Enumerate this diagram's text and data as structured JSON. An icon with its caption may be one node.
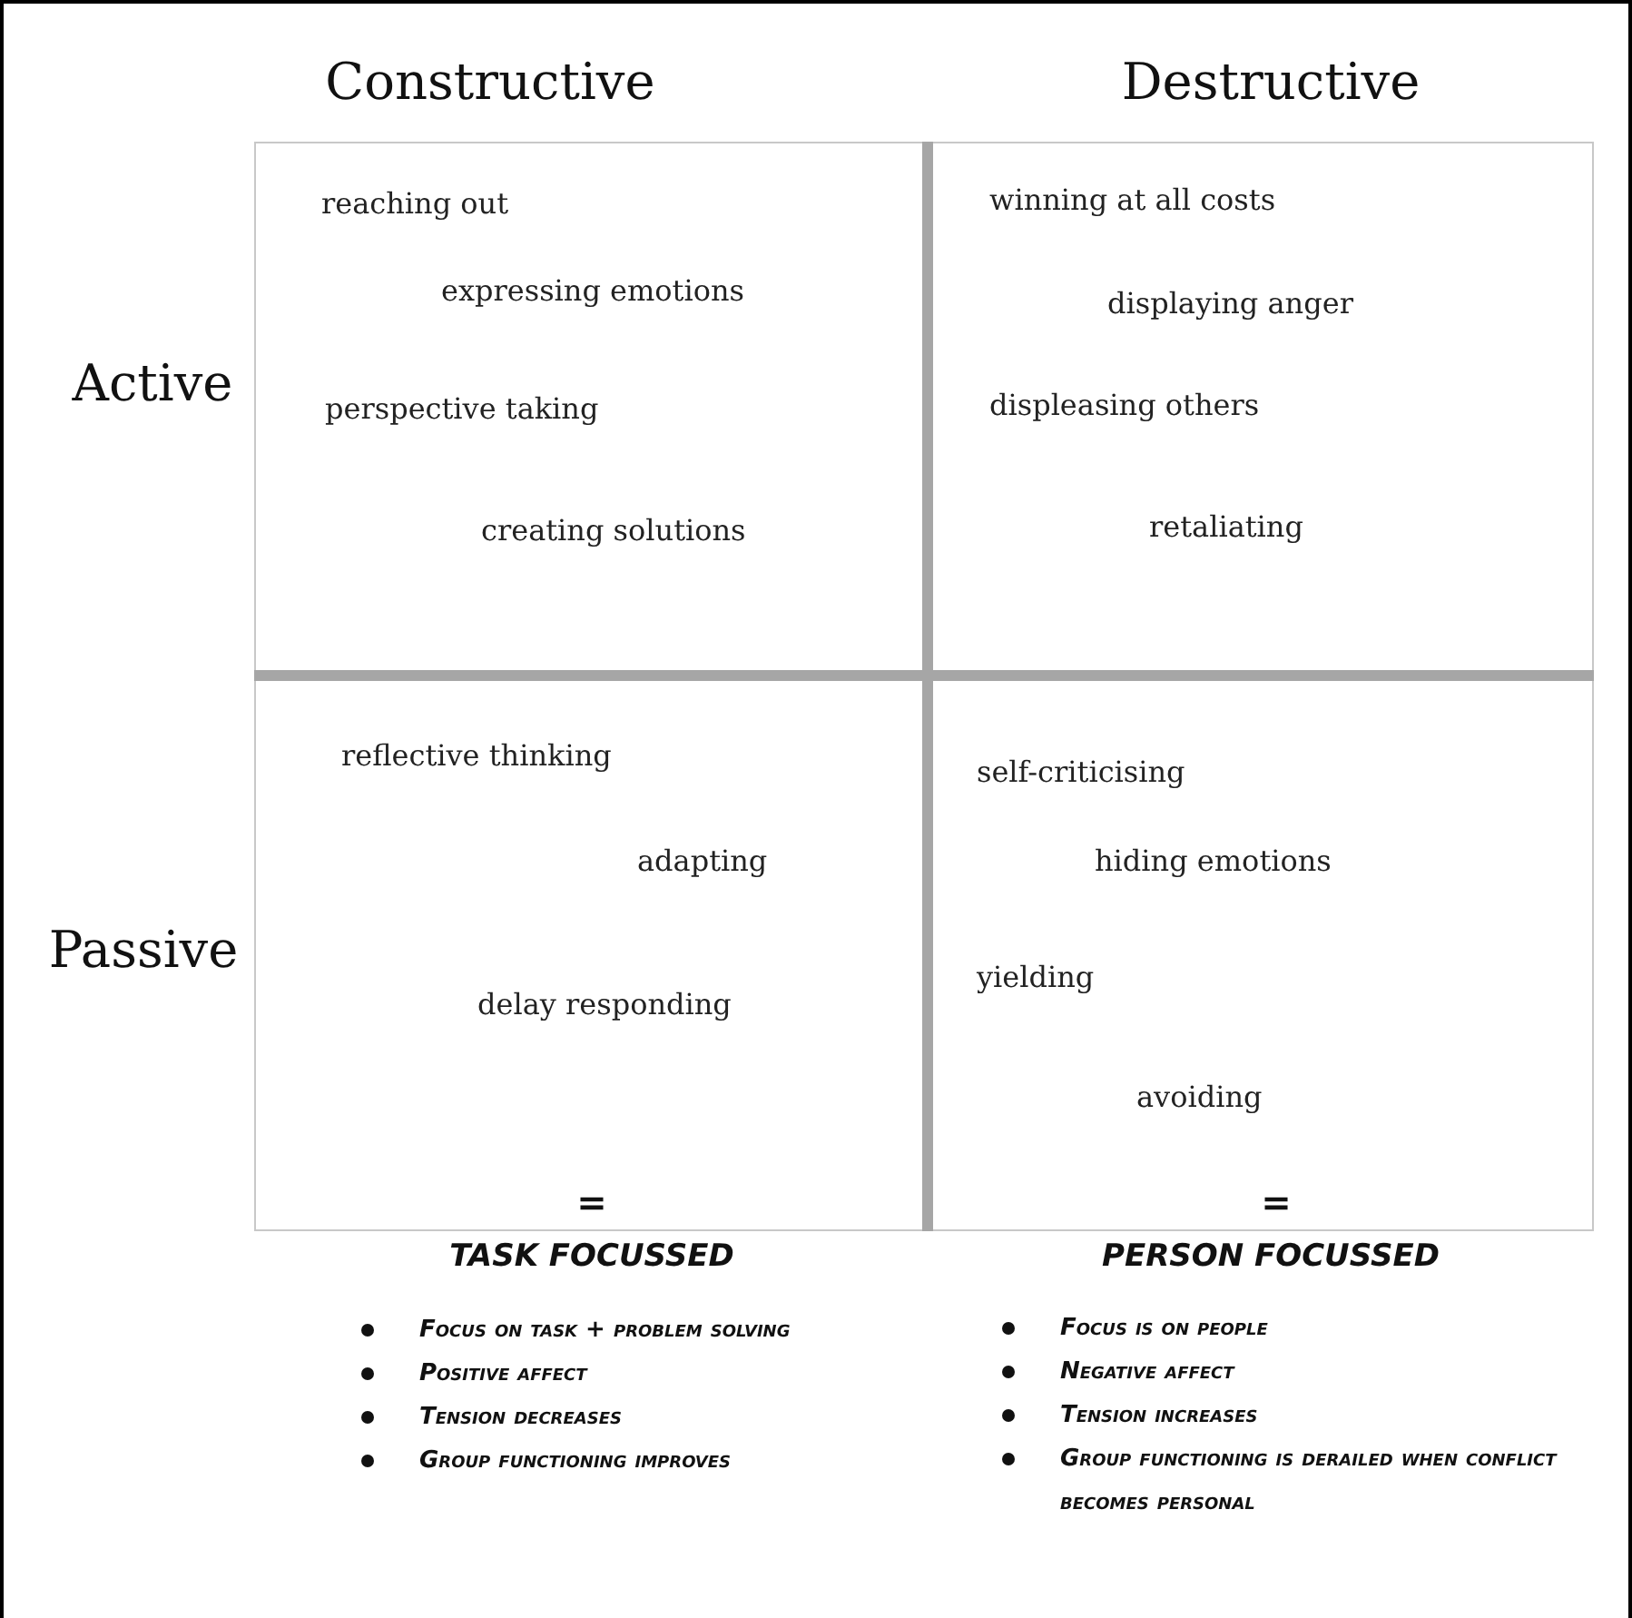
{
  "diagram": {
    "nodes": [
      {
        "text": [
          "reaching out",
          "expressing emotions",
          "perspective taking",
          "creating solutions"
        ]
      },
      {
        "text": [
          "winning at all costs",
          "displaying anger",
          "displeasing others",
          "retaliating"
        ]
      },
      {
        "text": [
          "reflective thinking",
          "adapting",
          "delay responding"
        ]
      },
      {
        "text": [
          "self-criticising",
          "hiding emotions",
          "yielding",
          "avoiding"
        ]
      }
    ],
    "labels": [
      "Constructive",
      "Destructive",
      "Active",
      "Passive",
      "=",
      "=",
      "TASK FOCUSSED",
      "Focus on task + problem solving",
      "Positive affect",
      "Tension decreases",
      "Group functioning improves",
      "PERSON FOCUSSED",
      "Focus is on people",
      "Negative affect",
      "Tension increases",
      "Group functioning is derailed when conflict becomes personal"
    ]
  }
}
